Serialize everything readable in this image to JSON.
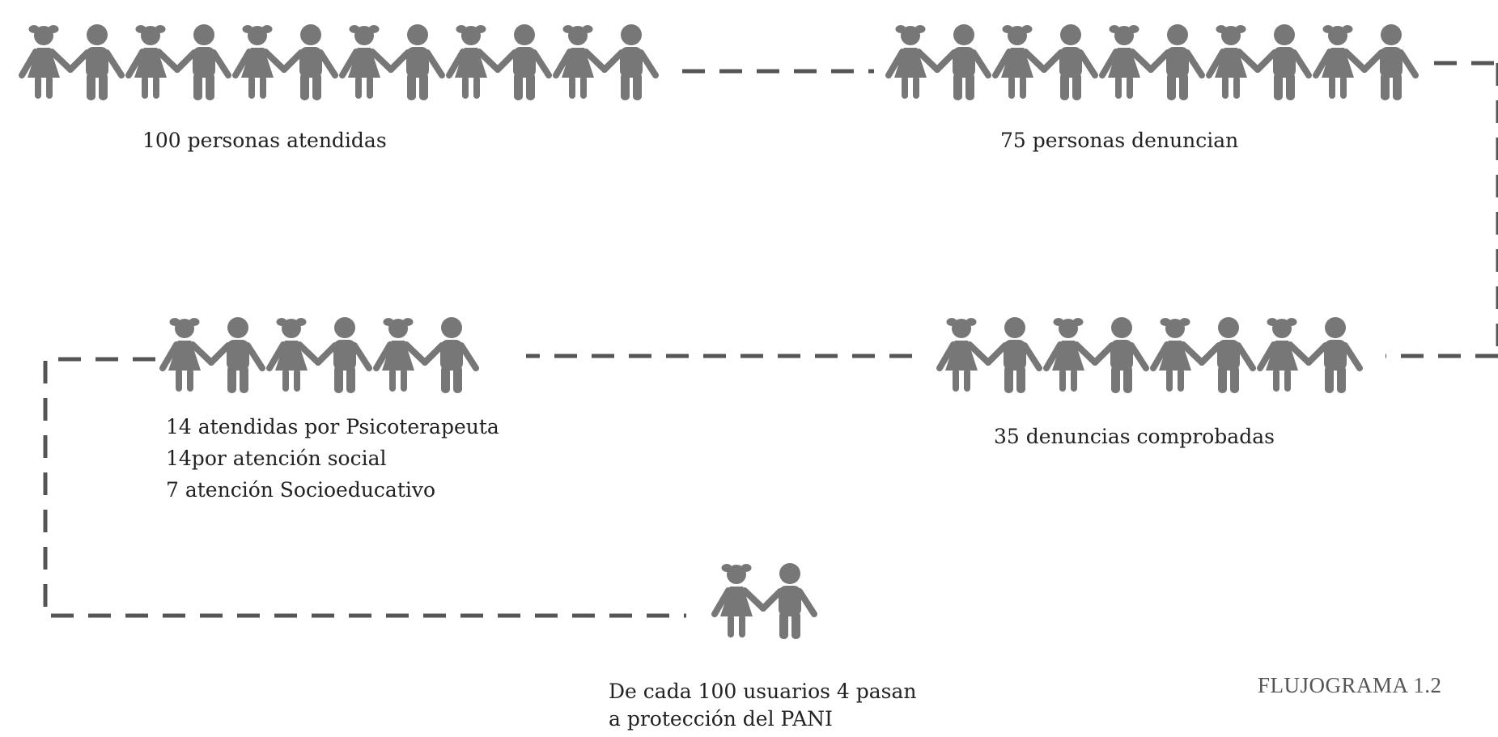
{
  "colors": {
    "figure": "#777777",
    "line": "#555555",
    "text": "#222222",
    "caption": "#555555"
  },
  "icons": {
    "girl": "girl-icon",
    "boy": "boy-icon"
  },
  "nodes": [
    {
      "id": "atendidas",
      "pairs": 6,
      "text": [
        "100 personas atendidas"
      ]
    },
    {
      "id": "denuncian",
      "pairs": 5,
      "text": [
        "75 personas denuncian"
      ]
    },
    {
      "id": "comprobadas",
      "pairs": 4,
      "text": [
        "35 denuncias comprobadas"
      ]
    },
    {
      "id": "derivadas",
      "pairs": 3,
      "text": [
        "14 atendidas por Psicoterapeuta",
        "14por atención social",
        "7 atención Socioeducativo"
      ]
    },
    {
      "id": "pani",
      "pairs": 1,
      "text": [
        "De cada 100 usuarios 4 pasan",
        "a protección del PANI"
      ]
    }
  ],
  "caption": "FLUJOGRAMA 1.2"
}
